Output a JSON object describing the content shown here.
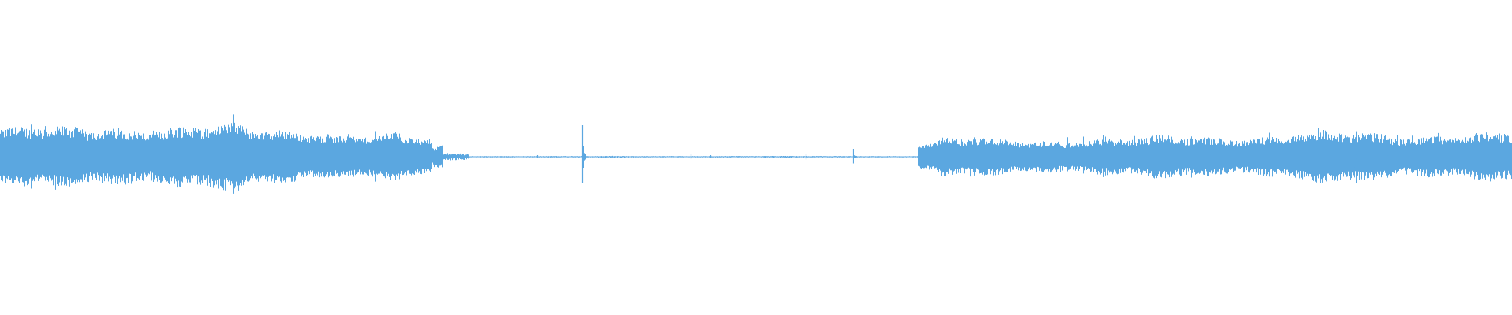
{
  "waveform": {
    "color": "#5ba7e0",
    "background": "#ffffff",
    "segments": [
      {
        "from": 0.0,
        "to": 0.06,
        "amplitude": 0.27,
        "jitter": 0.25
      },
      {
        "from": 0.06,
        "to": 0.16,
        "amplitude": 0.3,
        "jitter": 0.25
      },
      {
        "from": 0.16,
        "to": 0.22,
        "amplitude": 0.27,
        "jitter": 0.22
      },
      {
        "from": 0.22,
        "to": 0.265,
        "amplitude": 0.22,
        "jitter": 0.2
      },
      {
        "from": 0.265,
        "to": 0.285,
        "amplitude": 0.18,
        "jitter": 0.2
      },
      {
        "from": 0.285,
        "to": 0.293,
        "amplitude": 0.1,
        "jitter": 0.3
      },
      {
        "from": 0.293,
        "to": 0.31,
        "amplitude": 0.03,
        "jitter": 0.4
      },
      {
        "from": 0.31,
        "to": 0.607,
        "amplitude": 0.006,
        "jitter": 0.5
      },
      {
        "from": 0.607,
        "to": 0.62,
        "amplitude": 0.13,
        "jitter": 0.2
      },
      {
        "from": 0.62,
        "to": 0.7,
        "amplitude": 0.17,
        "jitter": 0.25
      },
      {
        "from": 0.7,
        "to": 0.76,
        "amplitude": 0.17,
        "jitter": 0.25
      },
      {
        "from": 0.76,
        "to": 0.85,
        "amplitude": 0.2,
        "jitter": 0.25
      },
      {
        "from": 0.85,
        "to": 0.92,
        "amplitude": 0.23,
        "jitter": 0.25
      },
      {
        "from": 0.92,
        "to": 1.0,
        "amplitude": 0.22,
        "jitter": 0.25
      }
    ],
    "spikes": [
      {
        "at": 0.385,
        "amplitude": 1.0
      },
      {
        "at": 0.457,
        "amplitude": 0.08
      },
      {
        "at": 0.47,
        "amplitude": 0.05
      },
      {
        "at": 0.533,
        "amplitude": 0.1
      },
      {
        "at": 0.564,
        "amplitude": 0.25
      },
      {
        "at": 0.355,
        "amplitude": 0.05
      },
      {
        "at": 0.896,
        "amplitude": 0.4
      },
      {
        "at": 0.915,
        "amplitude": 0.35
      }
    ]
  }
}
